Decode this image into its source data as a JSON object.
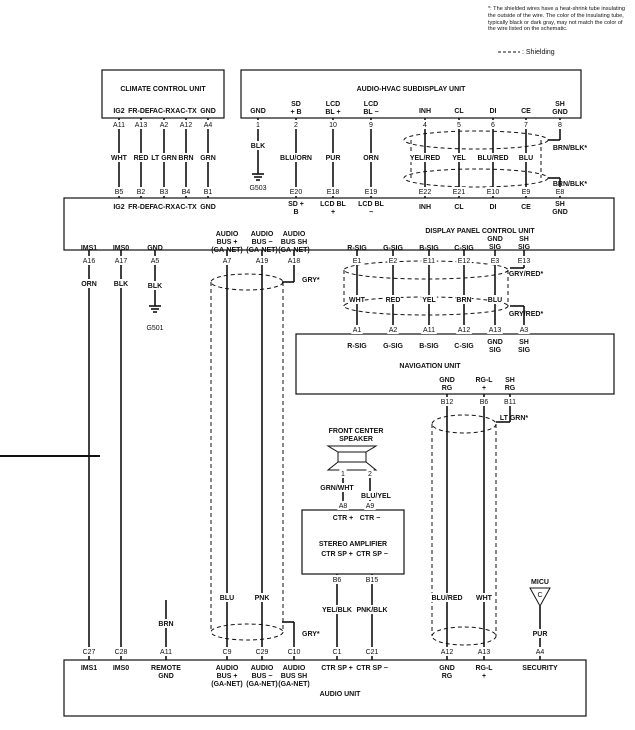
{
  "note": {
    "text": "*: The shielded wires have a heat-shrink tube insulating the outside of the wire. The color of the insulating tube, typically black or dark gray, may not match the color of the wire listed on the schematic.",
    "shielding_label": ": Shielding"
  },
  "units": {
    "climate": "CLIMATE CONTROL UNIT",
    "audio_hvac": "AUDIO-HVAC SUBDISPLAY UNIT",
    "display_panel": "DISPLAY PANEL CONTROL UNIT",
    "navigation": "NAVIGATION UNIT",
    "speaker": "FRONT CENTER SPEAKER",
    "stereo": "STEREO AMPLIFIER",
    "audio": "AUDIO UNIT",
    "micu": "MICU"
  },
  "climate_pins": [
    {
      "name": "IG2",
      "pin": "A11",
      "wire": "WHT",
      "lower": "B5",
      "lower_name": "IG2"
    },
    {
      "name": "FR-DEF",
      "pin": "A13",
      "wire": "RED",
      "lower": "B2",
      "lower_name": "FR-DEF"
    },
    {
      "name": "AC-RX",
      "pin": "A2",
      "wire": "LT GRN",
      "lower": "B3",
      "lower_name": "AC-RX"
    },
    {
      "name": "AC-TX",
      "pin": "A12",
      "wire": "BRN",
      "lower": "B4",
      "lower_name": "AC-TX"
    },
    {
      "name": "GND",
      "pin": "A4",
      "wire": "GRN",
      "lower": "B1",
      "lower_name": "GND"
    }
  ],
  "hvac_pins": [
    {
      "name": "GND",
      "pin": "1",
      "wire": "BLK",
      "ground": "G503"
    },
    {
      "name": "SD + B",
      "pin": "2",
      "wire": "BLU/ORN",
      "lower": "E20",
      "lower_name": "SD + B"
    },
    {
      "name": "LCD BL +",
      "pin": "10",
      "wire": "PUR",
      "lower": "E18",
      "lower_name": "LCD BL +"
    },
    {
      "name": "LCD BL −",
      "pin": "9",
      "wire": "ORN",
      "lower": "E19",
      "lower_name": "LCD BL −"
    },
    {
      "name": "INH",
      "pin": "4",
      "wire": "YEL/RED",
      "lower": "E22",
      "lower_name": "INH"
    },
    {
      "name": "CL",
      "pin": "5",
      "wire": "YEL",
      "lower": "E21",
      "lower_name": "CL"
    },
    {
      "name": "DI",
      "pin": "6",
      "wire": "BLU/RED",
      "lower": "E10",
      "lower_name": "DI"
    },
    {
      "name": "CE",
      "pin": "7",
      "wire": "BLU",
      "lower": "E9",
      "lower_name": "CE"
    },
    {
      "name": "SH GND",
      "pin": "8",
      "wire": "BRN/BLK*",
      "lower": "E8",
      "lower_name": "SH GND"
    }
  ],
  "hvac_shield_wire": "BRN/BLK*",
  "dpcu_left": [
    {
      "name": "IMS1",
      "pin": "A16",
      "wire": "ORN",
      "audio_pin": "C27",
      "audio_name": "IMS1"
    },
    {
      "name": "IMS0",
      "pin": "A17",
      "wire": "BLK",
      "audio_pin": "C28",
      "audio_name": "IMS0"
    },
    {
      "name": "GND",
      "pin": "A5",
      "wire": "BLK",
      "ground": "G501"
    }
  ],
  "dpcu_audio": [
    {
      "name": "AUDIO BUS + (GA-NET)",
      "pin": "A7",
      "wire": "BLU",
      "audio_pin": "C9",
      "audio_name": "AUDIO BUS + (GA-NET)"
    },
    {
      "name": "AUDIO BUS − (GA-NET)",
      "pin": "A19",
      "wire": "PNK",
      "audio_pin": "C29",
      "audio_name": "AUDIO BUS − (GA-NET)"
    },
    {
      "name": "AUDIO BUS SH (GA-NET)",
      "pin": "A18",
      "wire": "GRY*",
      "audio_pin": "C10",
      "audio_name": "AUDIO BUS SH (GA-NET)"
    }
  ],
  "dpcu_nav": [
    {
      "name": "R-SIG",
      "pin": "E1",
      "wire": "WHT",
      "nav_pin": "A1",
      "nav_name": "R-SIG"
    },
    {
      "name": "G-SIG",
      "pin": "E2",
      "wire": "RED",
      "nav_pin": "A2",
      "nav_name": "G-SIG"
    },
    {
      "name": "B-SIG",
      "pin": "E11",
      "wire": "YEL",
      "nav_pin": "A11",
      "nav_name": "B-SIG"
    },
    {
      "name": "C-SIG",
      "pin": "E12",
      "wire": "BRN",
      "nav_pin": "A12",
      "nav_name": "C-SIG"
    },
    {
      "name": "GND SIG",
      "pin": "E3",
      "wire": "BLU",
      "nav_pin": "A13",
      "nav_name": "GND SIG"
    },
    {
      "name": "SH SIG",
      "pin": "E13",
      "wire": "GRY/RED*",
      "nav_pin": "A3",
      "nav_name": "SH SIG"
    }
  ],
  "nav_shield_wires": [
    "GRY/RED*",
    "GRY/RED*"
  ],
  "nav_bottom": [
    {
      "name": "GND RG",
      "pin": "B12",
      "wire": "BLU/RED",
      "audio_pin": "A12",
      "audio_name": "GND RG"
    },
    {
      "name": "RG-L +",
      "pin": "B6",
      "wire": "WHT",
      "audio_pin": "A13",
      "audio_name": "RG-L +"
    },
    {
      "name": "SH RG",
      "pin": "B11",
      "wire": "LT GRN*"
    }
  ],
  "speaker_pins": [
    {
      "pin": "1",
      "wire": "GRN/WHT",
      "amp_pin": "A8",
      "amp_name": "CTR +"
    },
    {
      "pin": "2",
      "wire": "BLU/YEL",
      "amp_pin": "A9",
      "amp_name": "CTR −"
    }
  ],
  "amp_out": [
    {
      "name": "CTR SP +",
      "pin": "B6",
      "wire": "YEL/BLK",
      "audio_pin": "C1",
      "audio_name": "CTR SP +"
    },
    {
      "name": "CTR SP −",
      "pin": "B15",
      "wire": "PNK/BLK",
      "audio_pin": "C21",
      "audio_name": "CTR SP −"
    }
  ],
  "remote_gnd": {
    "wire": "BRN",
    "audio_pin": "A11",
    "audio_name": "REMOTE GND"
  },
  "security": {
    "wire": "PUR",
    "audio_pin": "A4",
    "audio_name": "SECURITY",
    "micu_pin": "C"
  }
}
